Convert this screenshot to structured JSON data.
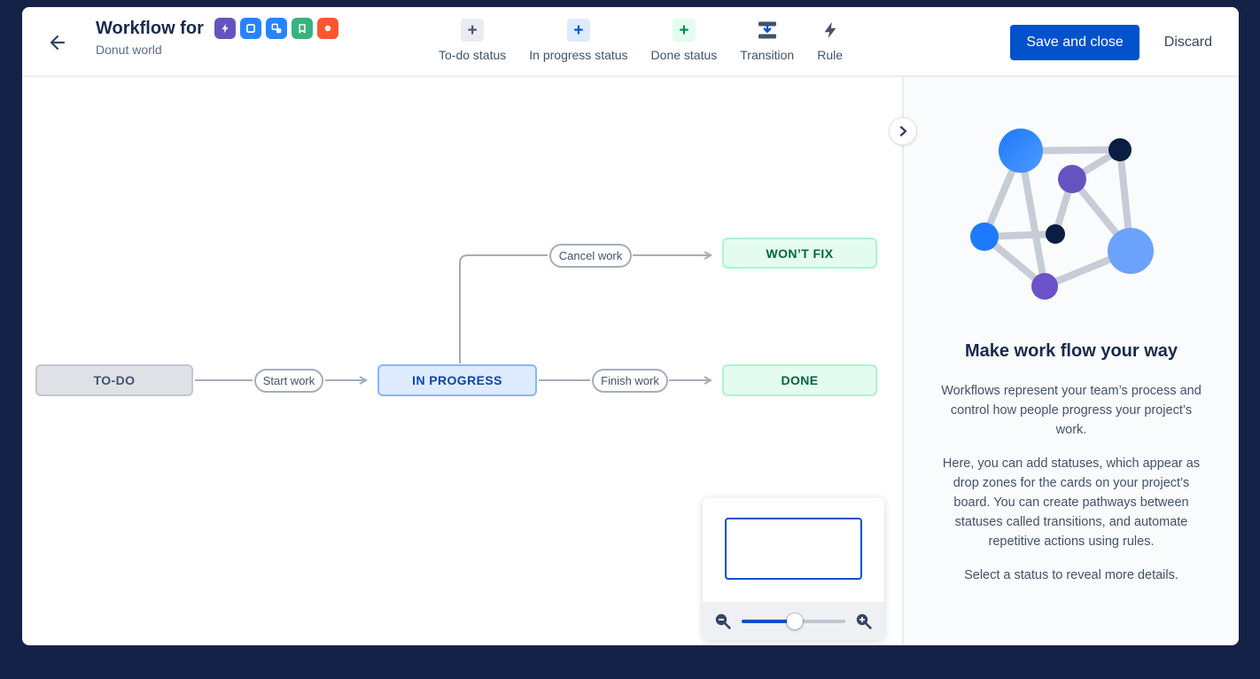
{
  "header": {
    "title": "Workflow for",
    "subtitle": "Donut world",
    "issue_types": [
      "epic",
      "task",
      "subtask",
      "story",
      "bug"
    ],
    "save_label": "Save and close",
    "discard_label": "Discard"
  },
  "toolbar": {
    "items": [
      {
        "label": "To-do status",
        "icon": "plus",
        "category": "todo"
      },
      {
        "label": "In progress status",
        "icon": "plus",
        "category": "in-progress"
      },
      {
        "label": "Done status",
        "icon": "plus",
        "category": "done"
      },
      {
        "label": "Transition",
        "icon": "transition"
      },
      {
        "label": "Rule",
        "icon": "lightning"
      }
    ]
  },
  "diagram": {
    "statuses": [
      {
        "label": "TO-DO",
        "category": "todo"
      },
      {
        "label": "IN PROGRESS",
        "category": "in-progress"
      },
      {
        "label": "DONE",
        "category": "done"
      },
      {
        "label": "WON’T FIX",
        "category": "done"
      }
    ],
    "transitions": [
      {
        "label": "Start work",
        "from": "TO-DO",
        "to": "IN PROGRESS"
      },
      {
        "label": "Finish work",
        "from": "IN PROGRESS",
        "to": "DONE"
      },
      {
        "label": "Cancel work",
        "from": "IN PROGRESS",
        "to": "WON’T FIX"
      }
    ]
  },
  "minimap": {
    "slider_position_percent": 51
  },
  "panel": {
    "heading": "Make work flow your way",
    "paragraphs": [
      "Workflows represent your team’s process and control how people progress your project’s work.",
      "Here, you can add statuses, which appear as drop zones for the cards on your project’s board. You can create pathways between statuses called transitions, and automate repetitive actions using rules.",
      "Select a status to reveal more details."
    ]
  },
  "colors": {
    "accent_blue": "#0052CC",
    "frame_navy": "#152248",
    "todo_bg": "#DFE1E6",
    "todo_border": "#C1C7D0",
    "inprogress_bg": "#DEEBFF",
    "inprogress_border": "#85B8FF",
    "inprogress_text": "#0747A6",
    "done_bg": "#E3FCEF",
    "done_border": "#ABF5D1",
    "done_text": "#006644",
    "edge_gray": "#A5ADBA",
    "epic_purple": "#6554C0",
    "task_blue": "#2684FF",
    "story_green": "#36B37E",
    "bug_orange": "#FF5630"
  }
}
